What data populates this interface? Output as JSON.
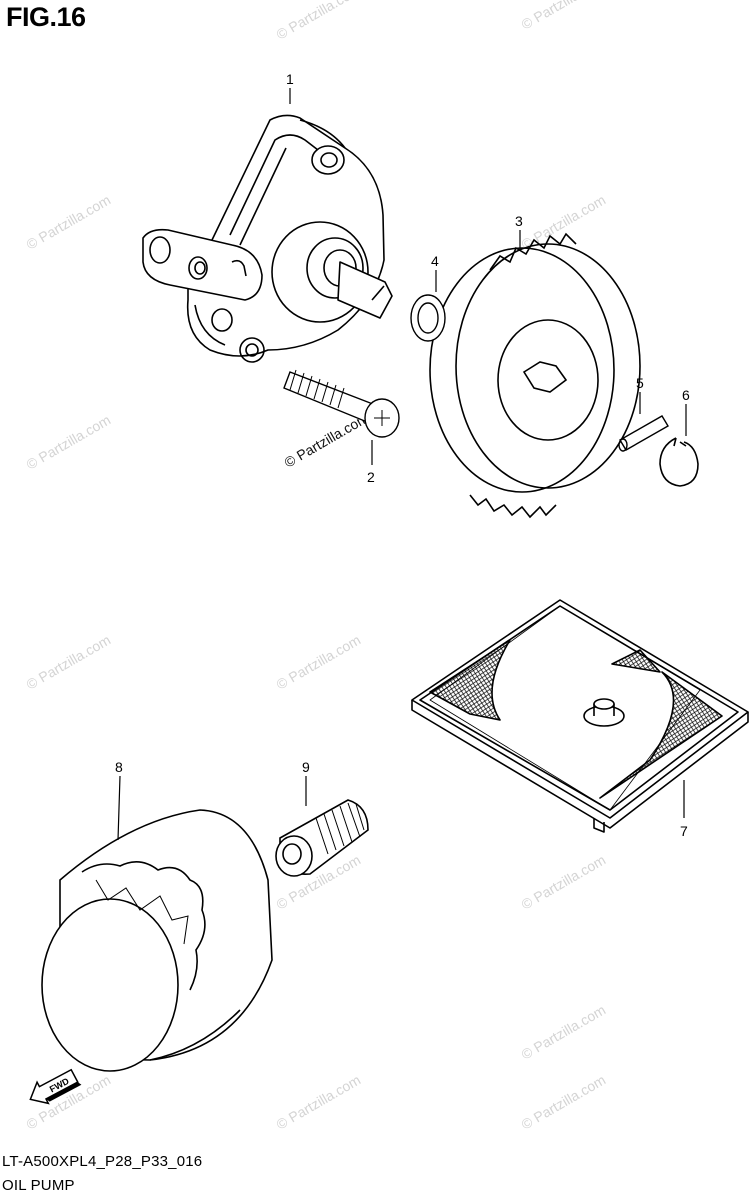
{
  "figure": {
    "title": "FIG.16",
    "code": "LT-A500XPL4_P28_P33_016",
    "name": "OIL PUMP"
  },
  "callouts": [
    "1",
    "2",
    "3",
    "4",
    "5",
    "6",
    "7",
    "8",
    "9"
  ],
  "forward_arrow": {
    "label": "FWD"
  },
  "watermark": {
    "text": "© Partzilla.com"
  }
}
